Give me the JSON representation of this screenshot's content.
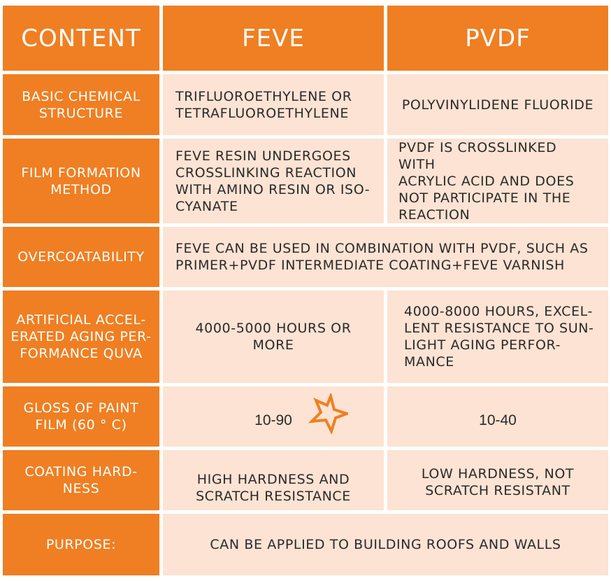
{
  "header": {
    "content": "CONTENT",
    "feve": "FEVE",
    "pvdf": "PVDF"
  },
  "rows": [
    {
      "label": "BASIC CHEMICAL\nSTRUCTURE",
      "feve": "TRIFLUOROETHYLENE OR\nTETRAFLUOROETHYLENE",
      "pvdf": "POLYVINYLIDENE FLUORIDE"
    },
    {
      "label": "FILM FORMATION\nMETHOD",
      "feve": "FEVE RESIN UNDERGOES\nCROSSLINKING REACTION\nWITH AMINO RESIN OR ISO-\nCYANATE",
      "pvdf": "PVDF IS CROSSLINKED WITH\nACRYLIC ACID AND DOES\nNOT PARTICIPATE IN THE\nREACTION"
    },
    {
      "label": "OVERCOATABILITY",
      "merged": "FEVE CAN BE USED IN COMBINATION WITH PVDF, SUCH AS\nPRIMER+PVDF INTERMEDIATE COATING+FEVE VARNISH"
    },
    {
      "label": "ARTIFICIAL ACCEL-\nERATED AGING PER-\nFORMANCE QUVA",
      "feve": "4000-5000 HOURS OR MORE",
      "pvdf": "4000-8000 HOURS, EXCEL-\nLENT RESISTANCE TO SUN-\nLIGHT AGING PERFOR-\nMANCE"
    },
    {
      "label": "GLOSS OF PAINT\nFILM (60 ° C)",
      "feve": "10-90",
      "pvdf": "10-40"
    },
    {
      "label": "COATING HARD-\nNESS",
      "feve": "HIGH HARDNESS AND\nSCRATCH RESISTANCE",
      "pvdf": "LOW HARDNESS, NOT\nSCRATCH RESISTANT"
    },
    {
      "label": "PURPOSE:",
      "merged": "CAN BE APPLIED TO BUILDING ROOFS AND WALLS"
    }
  ],
  "colors": {
    "orange": "#ef7f22",
    "peach": "#fce3d3"
  },
  "decoration": {
    "star_icon": "star-outline-icon"
  }
}
